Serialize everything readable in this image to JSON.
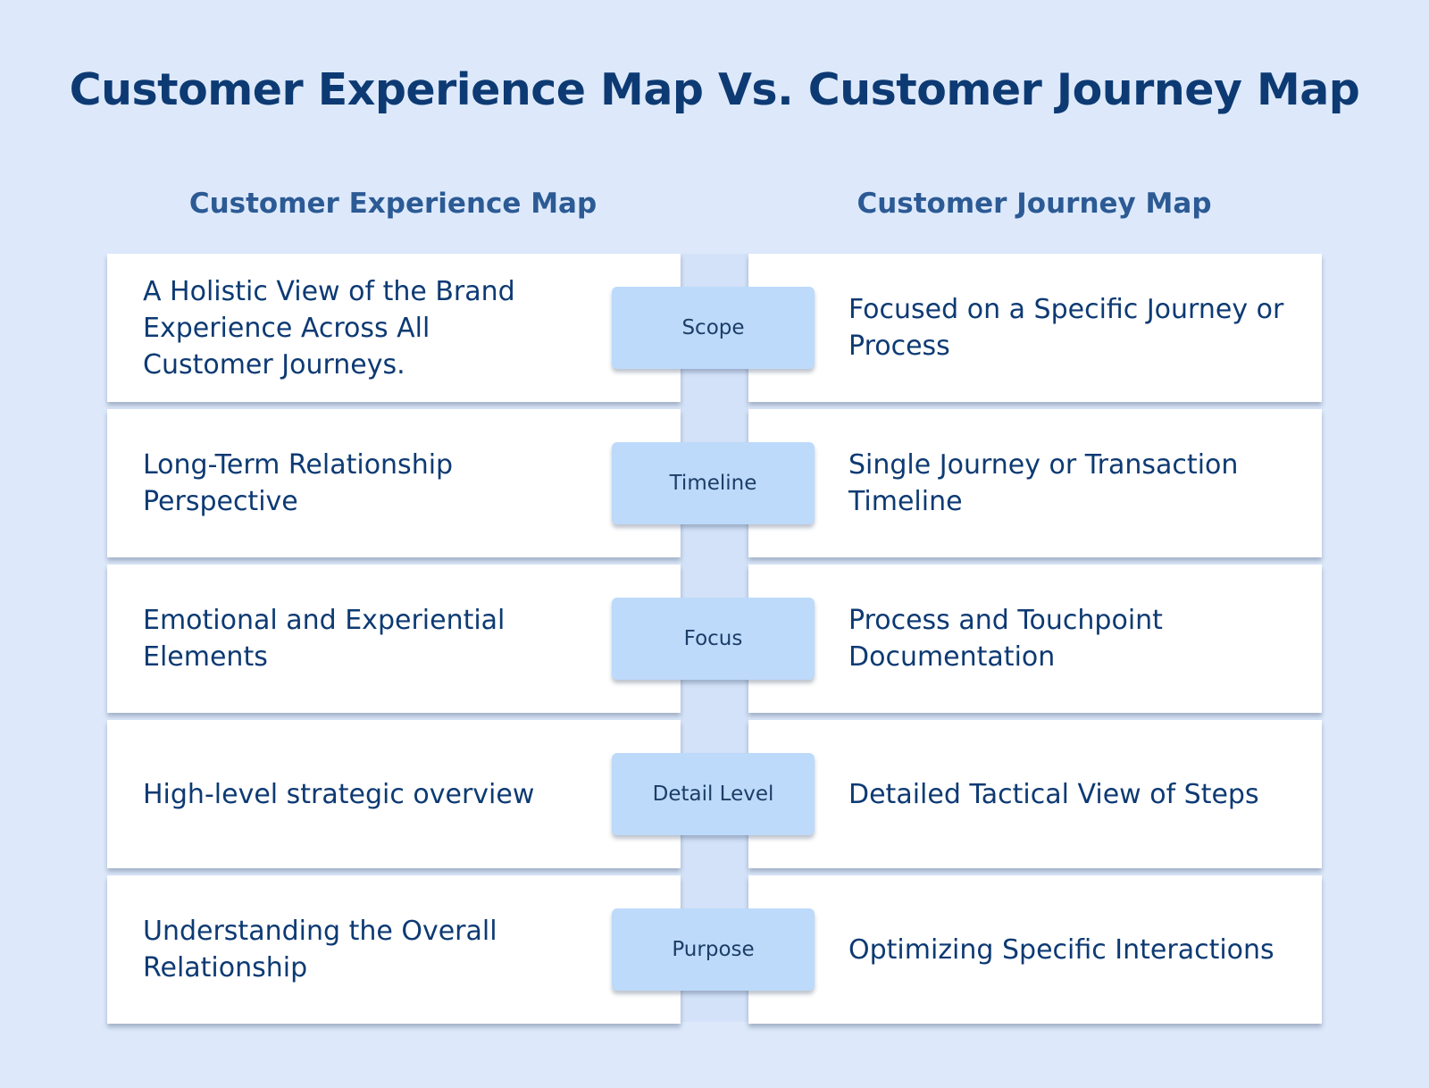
{
  "title": "Customer Experience Map Vs. Customer Journey Map",
  "headers": {
    "left": "Customer Experience Map",
    "right": "Customer Journey Map"
  },
  "rows": [
    {
      "criterion": "Scope",
      "experience": "A Holistic View of the Brand Experience Across All Customer Journeys.",
      "journey": "Focused on a Specific Journey or Process"
    },
    {
      "criterion": "Timeline",
      "experience": "Long-Term Relationship Perspective",
      "journey": "Single Journey or Transaction Timeline"
    },
    {
      "criterion": "Focus",
      "experience": "Emotional and Experiential Elements",
      "journey": "Process and Touchpoint Documentation"
    },
    {
      "criterion": "Detail Level",
      "experience": "High-level strategic overview",
      "journey": "Detailed Tactical View of Steps"
    },
    {
      "criterion": "Purpose",
      "experience": "Understanding the Overall Relationship",
      "journey": "Optimizing Specific Interactions"
    }
  ],
  "colors": {
    "background": "#dde9fb",
    "title": "#0d3a73",
    "column_header": "#2c5a94",
    "card": "#ffffff",
    "pill": "#bddafb",
    "spine": "#d3e2f8"
  }
}
